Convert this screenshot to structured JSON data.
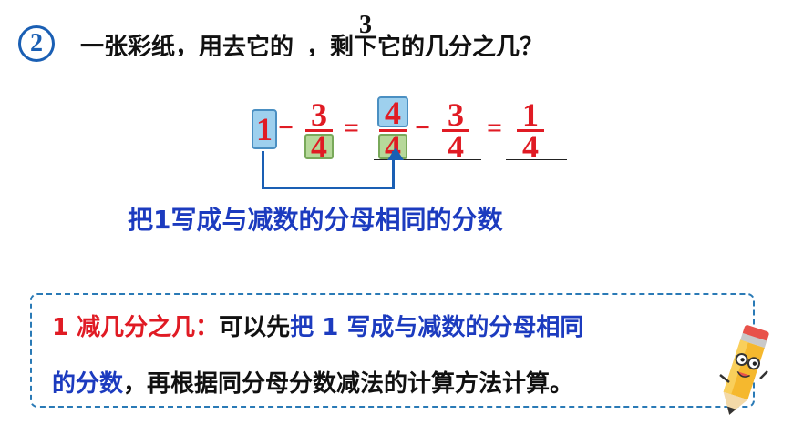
{
  "question": {
    "number": "2",
    "text_before": "一张彩纸，用去它的",
    "fraction_num": "3",
    "text_after": "，剩下它的几分之几？"
  },
  "equation": {
    "one": "1",
    "minus": "−",
    "equals": "=",
    "f1_num": "3",
    "f1_den": "4",
    "f2_num": "4",
    "f2_den": "4",
    "f3_num": "3",
    "f3_den": "4",
    "f4_num": "1",
    "f4_den": "4"
  },
  "caption": "把1写成与减数的分母相同的分数",
  "summary": {
    "title": "1 减几分之几：",
    "line1_black": "可以先",
    "line1_blue": "把 1 写成与减数的分母相同",
    "line2_blue": "的分数",
    "line2_black": "，再根据同分母分数减法的计算方法计算。"
  },
  "colors": {
    "red": "#e01b24",
    "blue": "#1c3bbf",
    "highlight_blue": "#9ed0ee",
    "highlight_green": "#b6d89a"
  },
  "icons": [
    "pencil-mascot-icon"
  ]
}
